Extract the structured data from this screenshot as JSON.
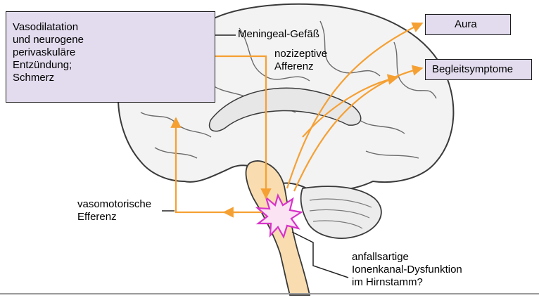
{
  "effect_box": {
    "lines": [
      "Vasodilatation",
      "und neurogene",
      "perivaskuläre",
      "Entzündung;",
      "Schmerz"
    ]
  },
  "labels": {
    "meningeal_vessel": "Meningeal-Gefäß",
    "nociceptive_afferent": [
      "nozizeptive",
      "Afferenz"
    ],
    "vasomotor_efferent": [
      "vasomotorische",
      "Efferenz"
    ],
    "brainstem_dysfunction": [
      "anfallsartige",
      "Ionenkanal-Dysfunktion",
      "im Hirnstamm?"
    ]
  },
  "outcome_boxes": {
    "aura": "Aura",
    "accompanying_symptoms": "Begleitsymptome"
  },
  "colors": {
    "arrow": "#f5a033",
    "box_fill": "#e3dcee",
    "brainstem_fill": "#f9ddb0",
    "vessel_fill": "#f3b6c4",
    "burst_fill": "#fbe3f3",
    "burst_stroke": "#d733c8",
    "brain_stroke": "#3a3a3a"
  }
}
